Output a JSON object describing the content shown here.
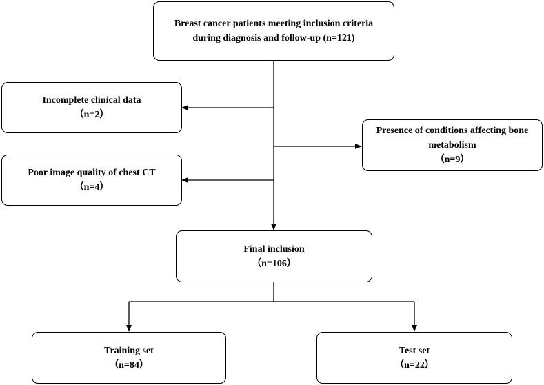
{
  "nodes": {
    "enrolled": {
      "line1": "Breast cancer patients meeting inclusion criteria",
      "line2": "during diagnosis and follow-up (n=121)"
    },
    "incomplete": {
      "label": "Incomplete clinical data",
      "count": "（n=2）"
    },
    "bone": {
      "line1": "Presence of conditions affecting bone",
      "line2": "metabolism",
      "count": "（n=9）"
    },
    "poor_image": {
      "label": "Poor image quality of chest CT",
      "count": "（n=4）"
    },
    "final": {
      "label": "Final inclusion",
      "count": "（n=106）"
    },
    "training": {
      "label": "Training set",
      "count": "（n=84）"
    },
    "test": {
      "label": "Test set",
      "count": "（n=22）"
    }
  }
}
